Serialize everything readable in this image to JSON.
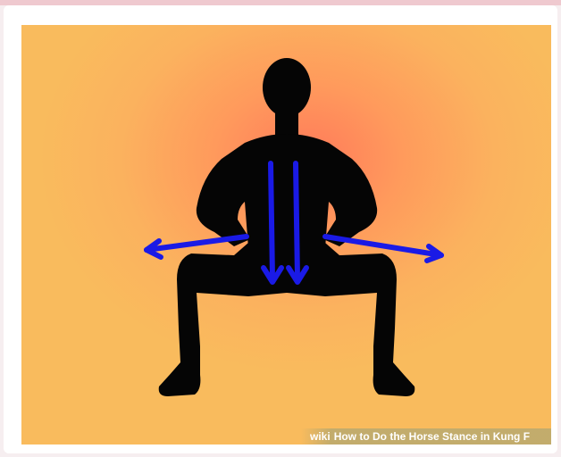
{
  "caption": {
    "brand": "wiki",
    "text": "How to Do the Horse Stance in Kung F"
  },
  "colors": {
    "silhouette": "#050505",
    "arrows": "#1a1ae6",
    "background_center": "#ff7a5a",
    "background_edge": "#f9bb5d"
  },
  "icons": [
    "person-silhouette",
    "arrow-down-icon",
    "arrow-left-icon",
    "arrow-right-icon"
  ]
}
